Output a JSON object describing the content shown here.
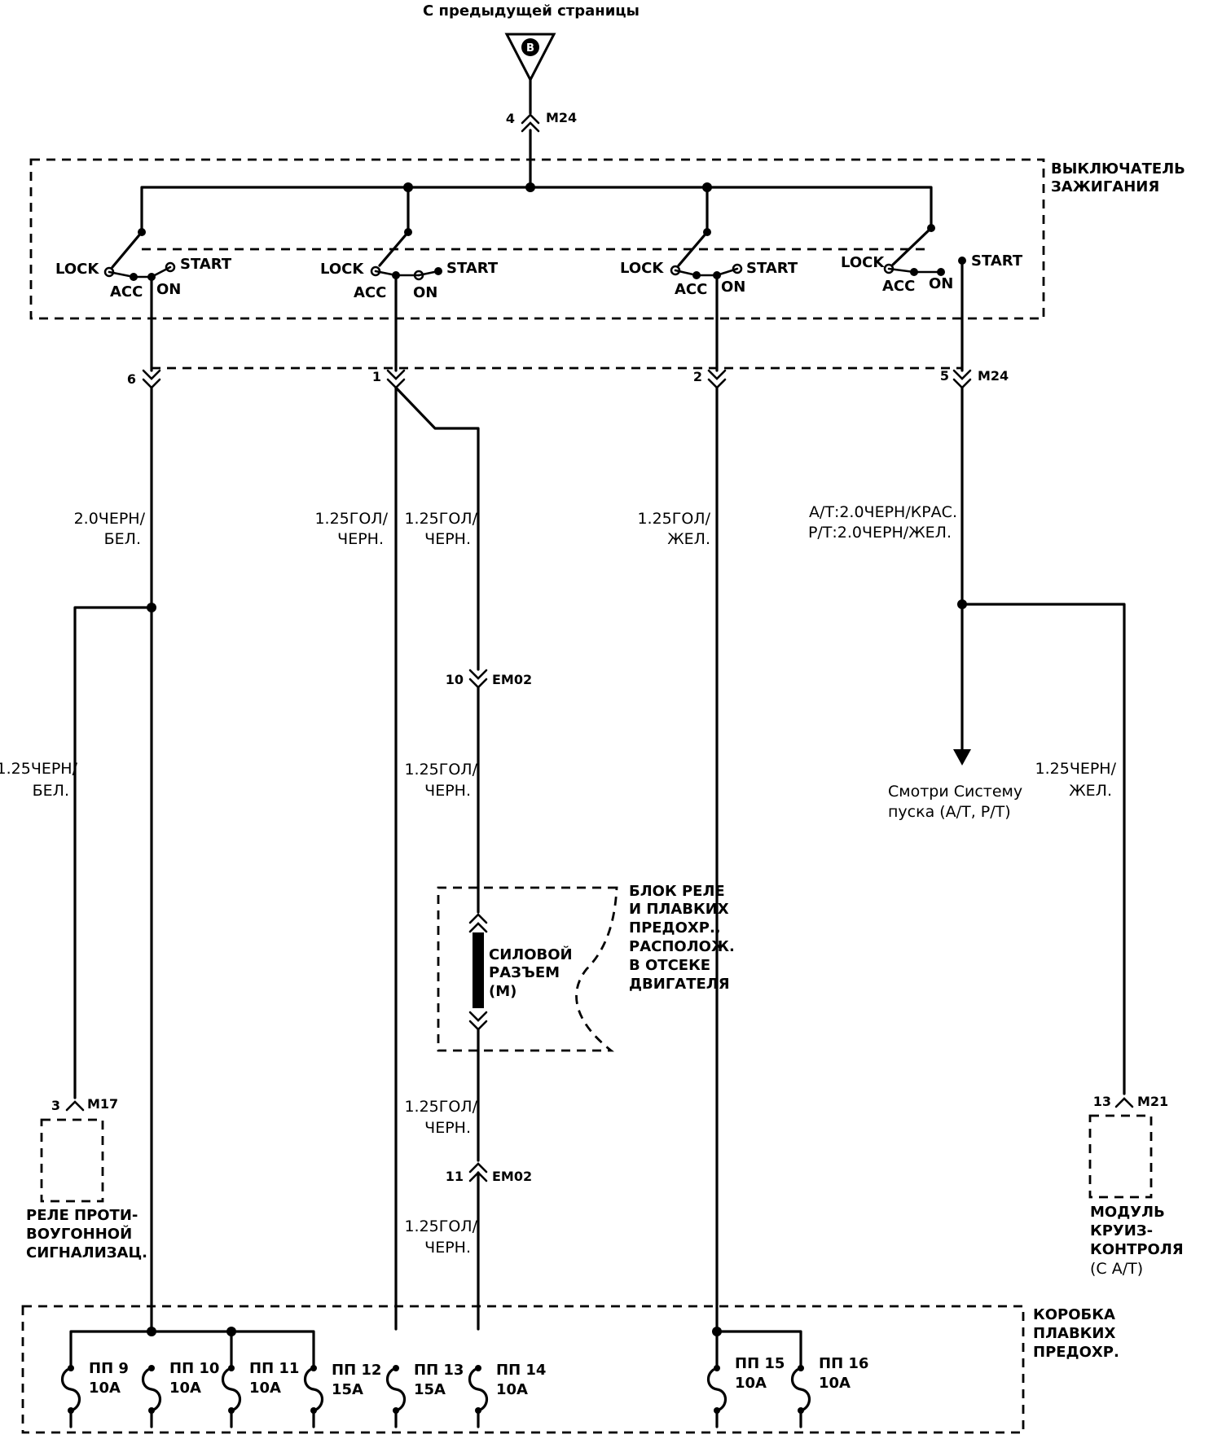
{
  "header": {
    "from_previous_page": "С предыдущей страницы",
    "connector_letter": "B"
  },
  "ignition_switch": {
    "label_line1": "ВЫКЛЮЧАТЕЛЬ",
    "label_line2": "ЗАЖИГАНИЯ",
    "input_pin": "4",
    "input_connector": "M24",
    "positions": {
      "lock": "LOCK",
      "acc": "ACC",
      "on": "ON",
      "start": "START"
    }
  },
  "switch_pins": {
    "p1": "6",
    "p2": "1",
    "p3": "2",
    "p4": "5",
    "connector": "M24"
  },
  "wires": {
    "w1_l1": "2.0ЧЕРН/",
    "w1_l2": "БЕЛ.",
    "w1b_l1": "1.25ЧЕРН/",
    "w1b_l2": "БЕЛ.",
    "w2_l1": "1.25ГОЛ/",
    "w2_l2": "ЧЕРН.",
    "w2b_l1": "1.25ГОЛ/",
    "w2b_l2": "ЧЕРН.",
    "w2c_l1": "1.25ГОЛ/",
    "w2c_l2": "ЧЕРН.",
    "w2d_l1": "1.25ГОЛ/",
    "w2d_l2": "ЧЕРН.",
    "w2e_l1": "1.25ГОЛ/",
    "w2e_l2": "ЧЕРН.",
    "w3_l1": "1.25ГОЛ/",
    "w3_l2": "ЖЕЛ.",
    "w4_l1": "А/Т:2.0ЧЕРН/КРАС.",
    "w4_l2": "Р/Т:2.0ЧЕРН/ЖЕЛ.",
    "w4b_l1": "1.25ЧЕРН/",
    "w4b_l2": "ЖЕЛ."
  },
  "connectors": {
    "em_top_pin": "10",
    "em_top_name": "EM02",
    "em_bot_pin": "11",
    "em_bot_name": "EM02",
    "m17_pin": "3",
    "m17_name": "M17",
    "m21_pin": "13",
    "m21_name": "M21"
  },
  "starter_ref": {
    "line1": "Смотри Систему",
    "line2": "пуска (А/Т, Р/Т)"
  },
  "engine_relay_block": {
    "line1": "БЛОК РЕЛЕ",
    "line2": "И ПЛАВКИХ",
    "line3": "ПРЕДОХР.,",
    "line4": "РАСПОЛОЖ.",
    "line5": "В ОТСЕКЕ",
    "line6": "ДВИГАТЕЛЯ"
  },
  "power_connector": {
    "line1": "СИЛОВОЙ",
    "line2": "РАЗЪЕМ",
    "line3": "(M)"
  },
  "alarm_relay": {
    "line1": "РЕЛЕ ПРОТИ-",
    "line2": "ВОУГОННОЙ",
    "line3": "СИГНАЛИЗАЦ."
  },
  "cruise_module": {
    "line1": "МОДУЛЬ",
    "line2": "КРУИЗ-",
    "line3": "КОНТРОЛЯ",
    "line4": "(С А/Т)"
  },
  "fuse_box": {
    "line1": "КОРОБКА",
    "line2": "ПЛАВКИХ",
    "line3": "ПРЕДОХР.",
    "fuses": [
      {
        "name": "ПП 9",
        "rating": "10А"
      },
      {
        "name": "ПП 10",
        "rating": "10А"
      },
      {
        "name": "ПП 11",
        "rating": "10А"
      },
      {
        "name": "ПП 12",
        "rating": "15А"
      },
      {
        "name": "ПП 13",
        "rating": "15А"
      },
      {
        "name": "ПП 14",
        "rating": "10А"
      },
      {
        "name": "ПП 15",
        "rating": "10А"
      },
      {
        "name": "ПП 16",
        "rating": "10А"
      }
    ]
  }
}
